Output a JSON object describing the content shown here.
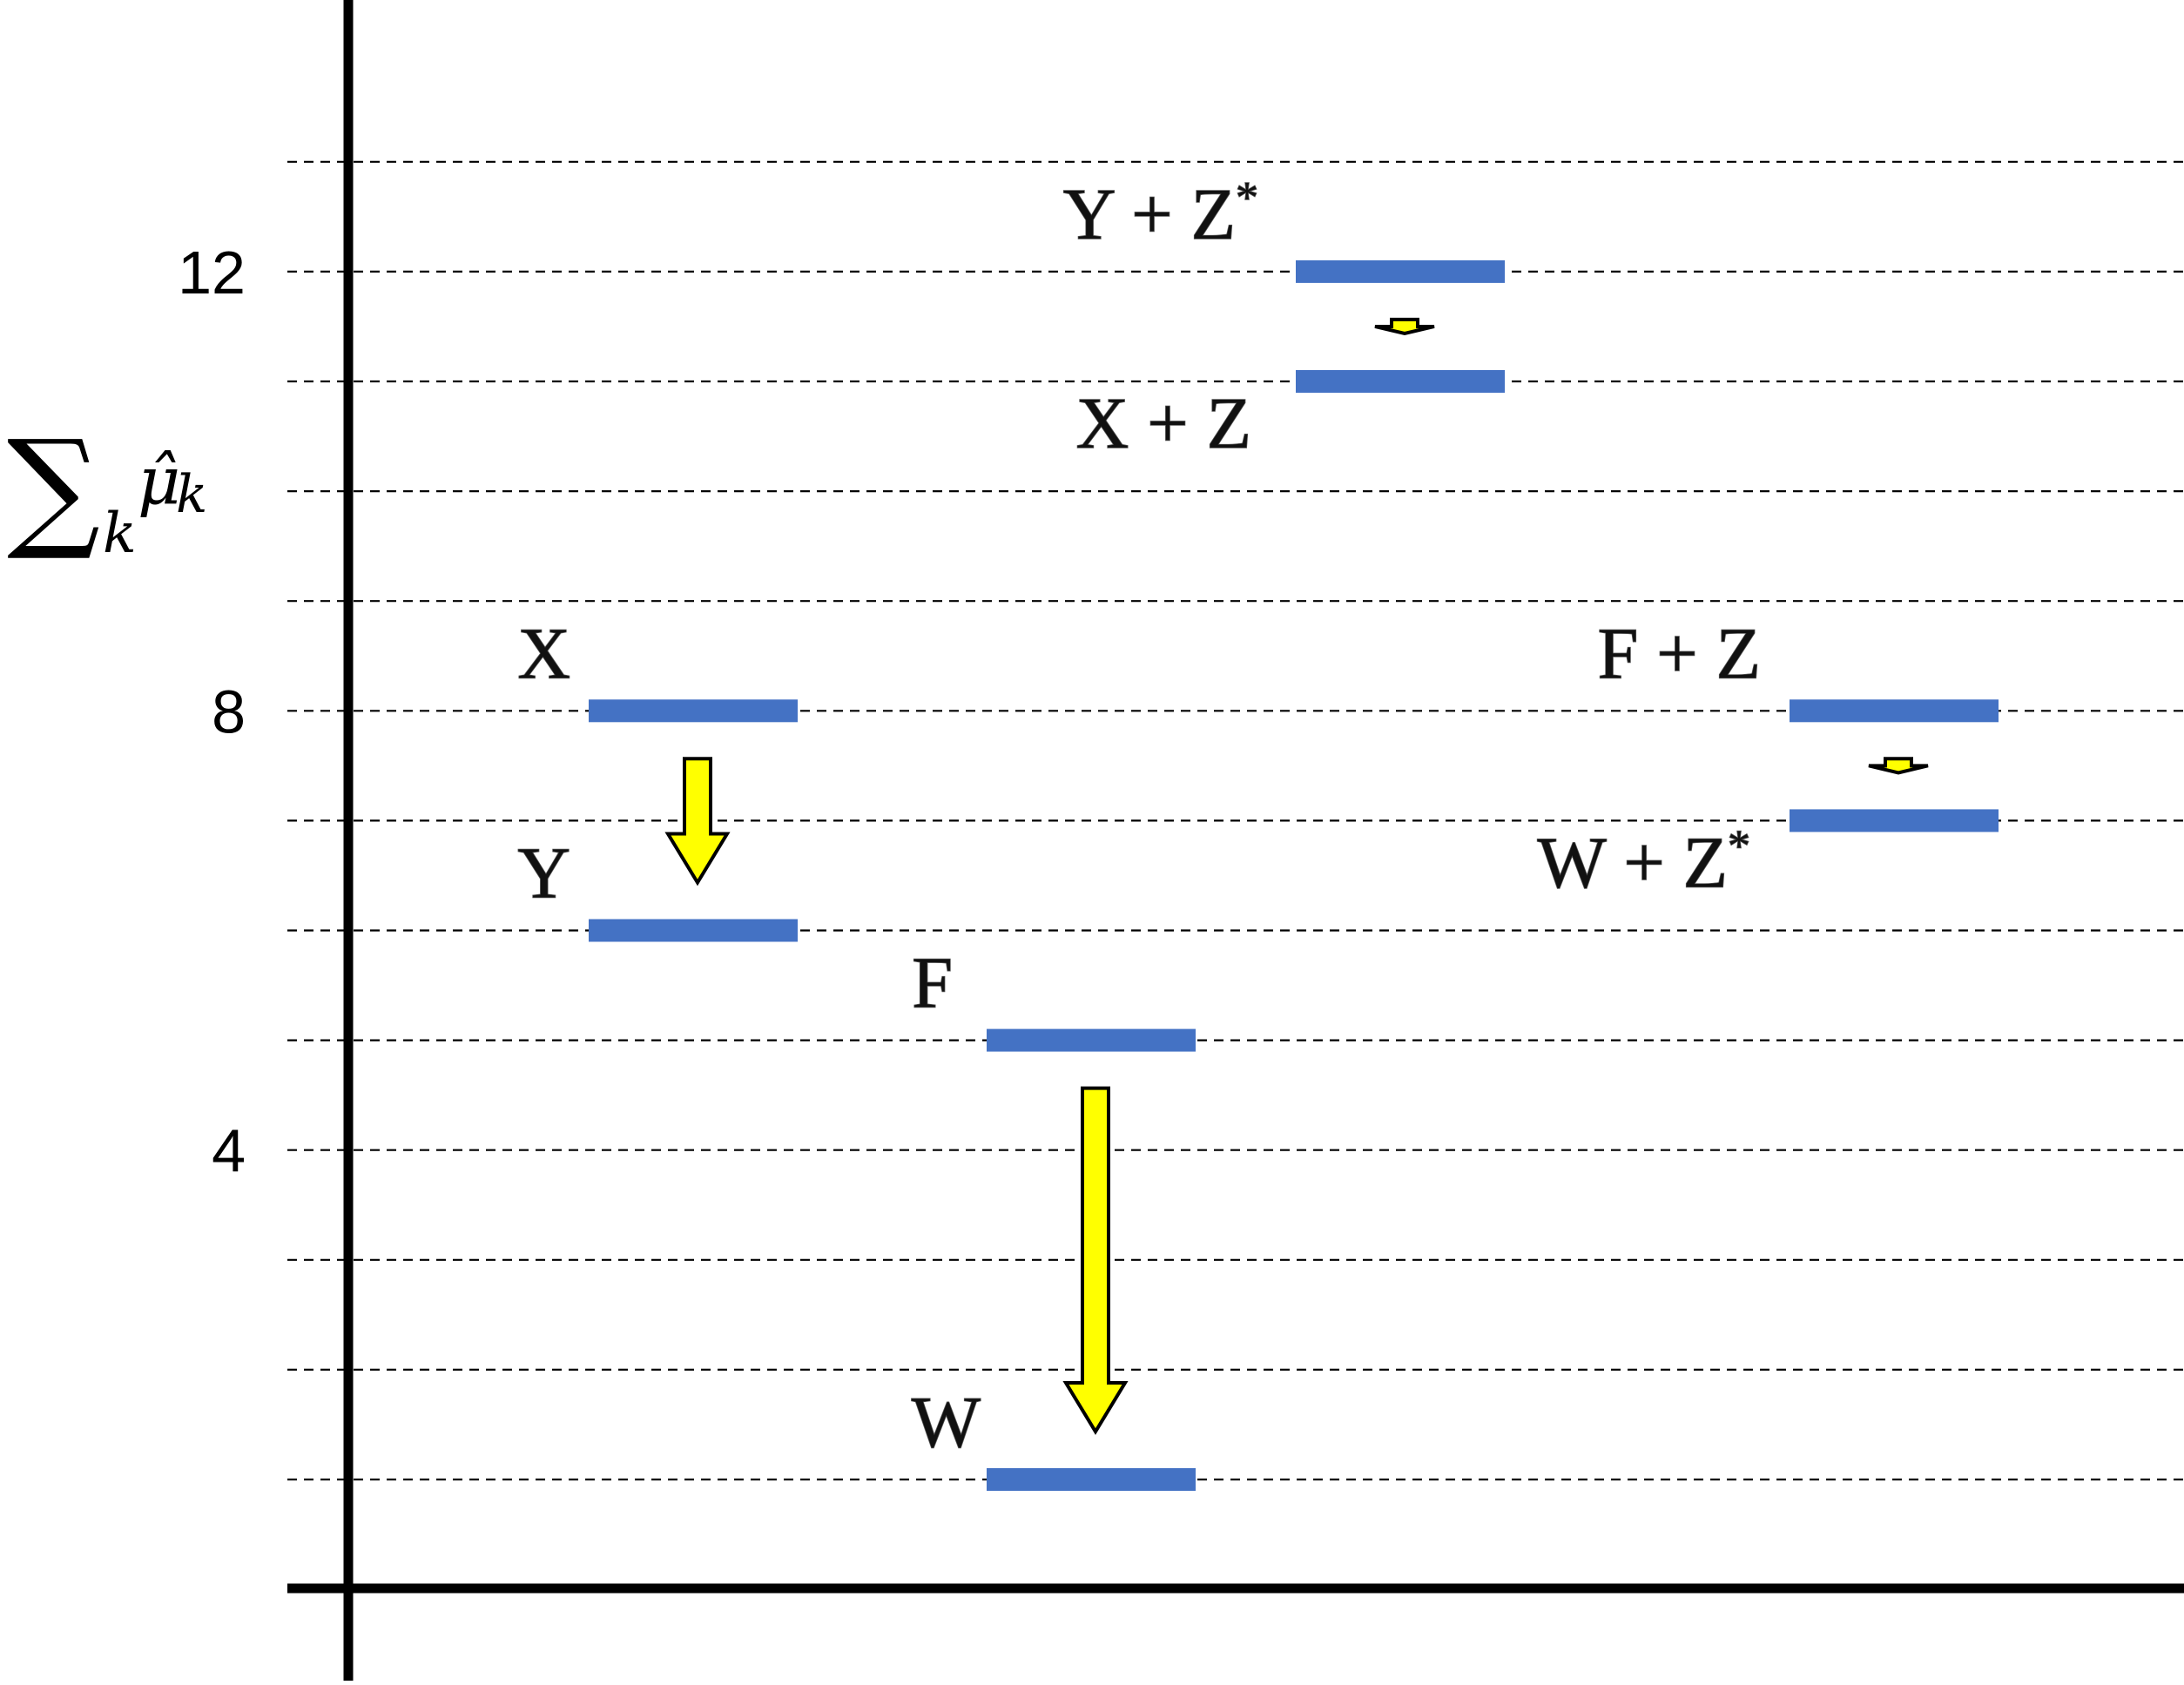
{
  "colors": {
    "level": "#4472c4",
    "arrow_fill": "#ffff00",
    "arrow_stroke": "#000000",
    "axis": "#000000",
    "gridline": "#000000"
  },
  "chart_data": {
    "type": "energy-level-diagram",
    "y_axis": {
      "label_symbol": "∑",
      "label_subscript": "k",
      "label_body": "μ̂",
      "label_body_subscript": "k",
      "tick_values": [
        4,
        8,
        12
      ],
      "tick_labels": [
        "4",
        "8",
        "12"
      ],
      "gridline_values": [
        1,
        2,
        3,
        4,
        5,
        6,
        7,
        8,
        9,
        10,
        11,
        12,
        13
      ],
      "grid": true
    },
    "levels": [
      {
        "id": "X",
        "label": "X",
        "value": 8,
        "column": 1
      },
      {
        "id": "Y",
        "label": "Y",
        "value": 6,
        "column": 1
      },
      {
        "id": "F",
        "label": "F",
        "value": 5,
        "column": 2
      },
      {
        "id": "W",
        "label": "W",
        "value": 1,
        "column": 2
      },
      {
        "id": "YZs",
        "label": "Y + Z",
        "star": "*",
        "value": 12,
        "column": 3
      },
      {
        "id": "XZ",
        "label": "X + Z",
        "value": 11,
        "column": 3
      },
      {
        "id": "FZ",
        "label": "F + Z",
        "value": 8,
        "column": 4
      },
      {
        "id": "WZs",
        "label": "W + Z",
        "star": "*",
        "value": 7,
        "column": 4
      }
    ],
    "transitions": [
      {
        "from": "X",
        "to": "Y"
      },
      {
        "from": "F",
        "to": "W"
      },
      {
        "from": "YZs",
        "to": "XZ"
      },
      {
        "from": "FZ",
        "to": "WZs"
      }
    ]
  }
}
